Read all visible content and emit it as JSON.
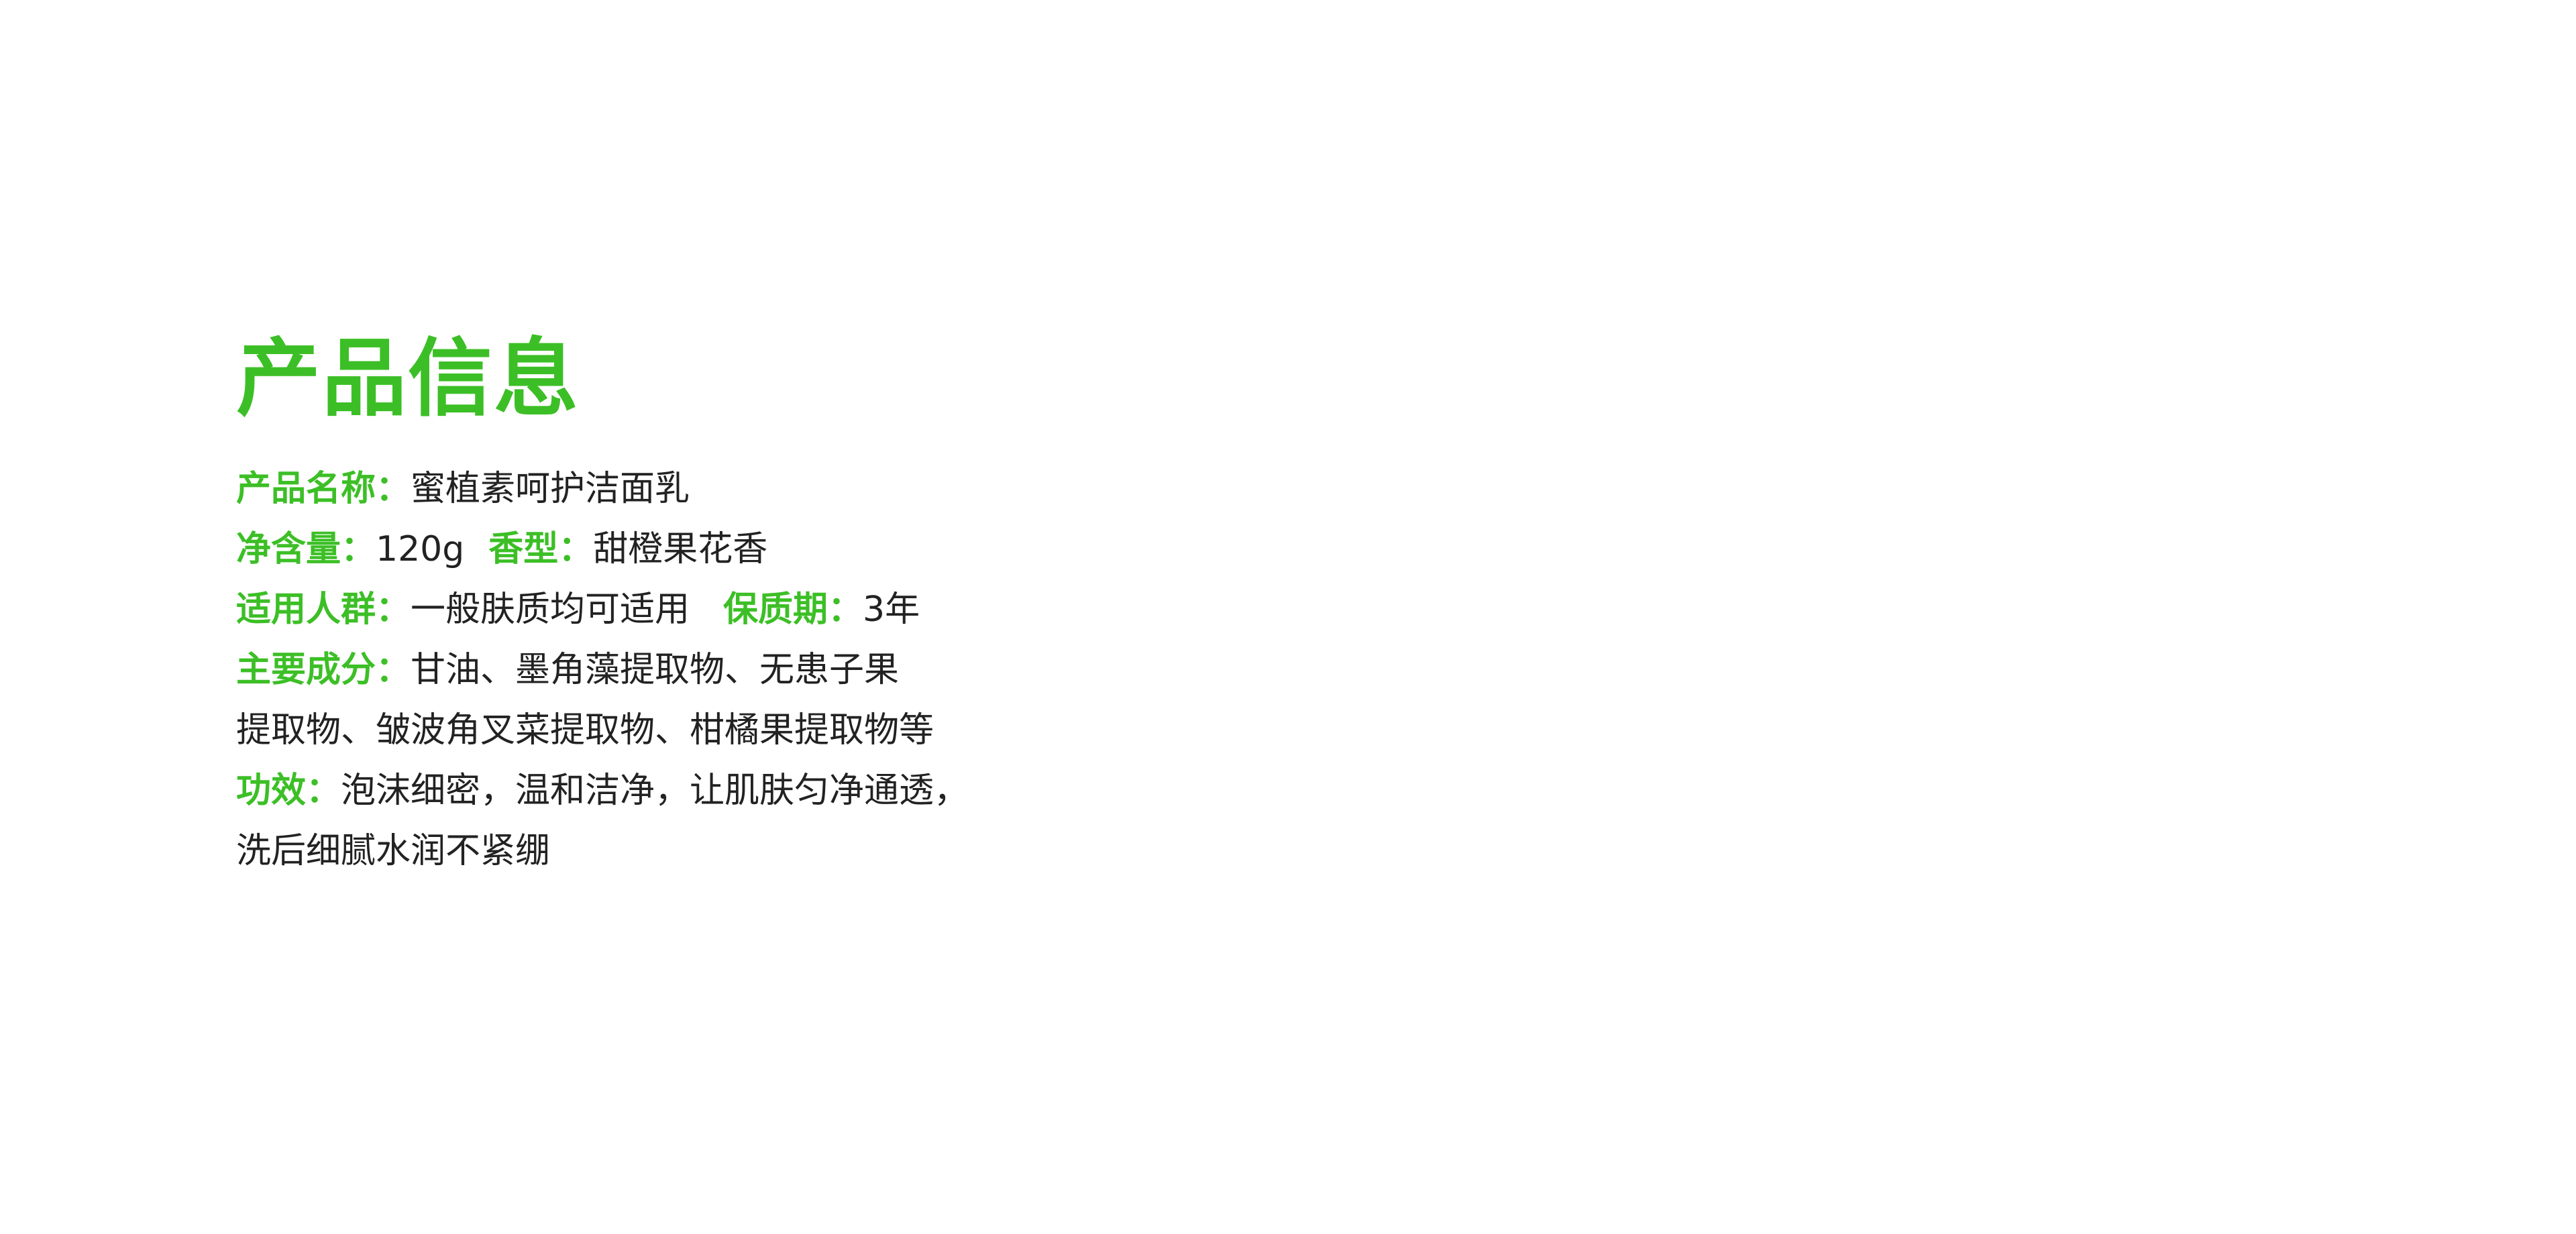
{
  "colors": {
    "accent": "#3cbf26",
    "text": "#222222"
  },
  "title": "产品信息",
  "product_name": {
    "label": "产品名称：",
    "value": "蜜植素呵护洁面乳"
  },
  "net_content": {
    "label": "净含量：",
    "value": "120g"
  },
  "fragrance": {
    "label": "香型：",
    "value": "甜橙果花香"
  },
  "target_users": {
    "label": "适用人群：",
    "value": "一般肤质均可适用"
  },
  "shelf_life": {
    "label": "保质期：",
    "value": "3年"
  },
  "ingredients": {
    "label": "主要成分：",
    "line1": "甘油、墨角藻提取物、无患子果",
    "line2": "提取物、皱波角叉菜提取物、柑橘果提取物等"
  },
  "efficacy": {
    "label": "功效：",
    "line1": "泡沫细密，温和洁净，让肌肤匀净通透，",
    "line2": "洗后细腻水润不紧绷"
  }
}
